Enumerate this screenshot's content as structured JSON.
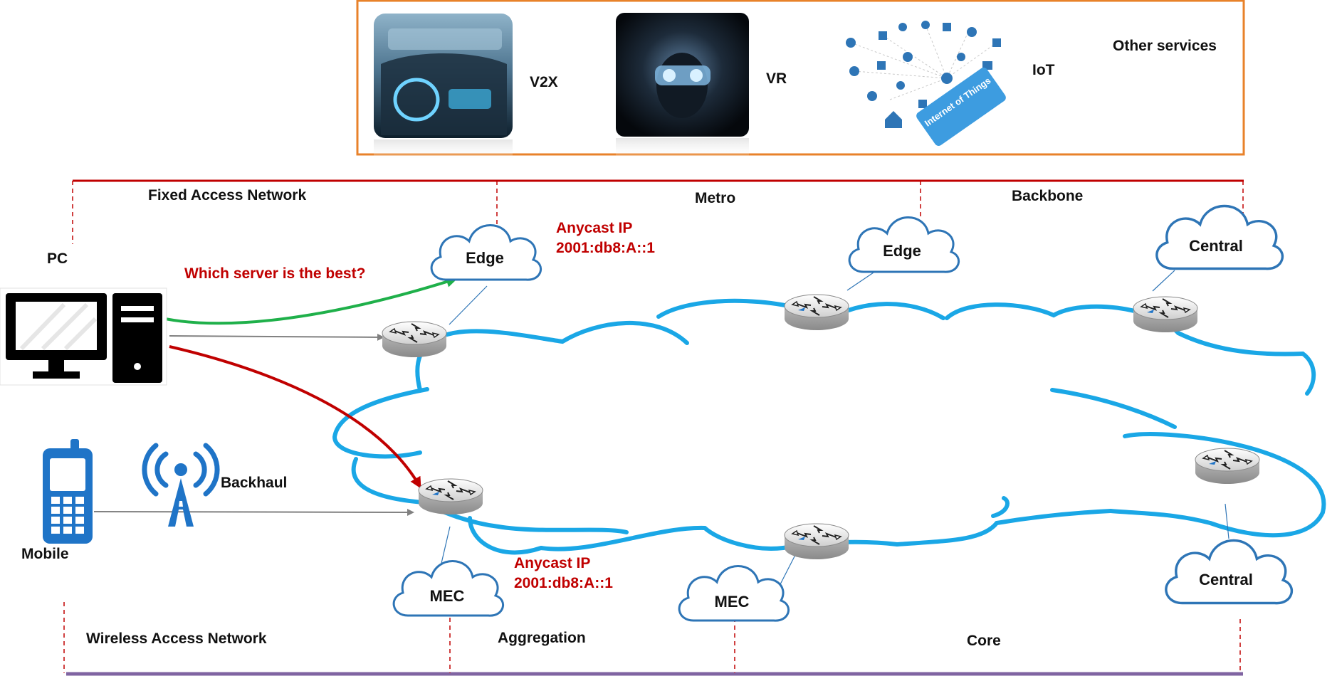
{
  "services": {
    "v2x": "V2X",
    "vr": "VR",
    "iot": "IoT",
    "other": "Other services",
    "iot_banner": "Internet of Things"
  },
  "regions": {
    "fixed_access": "Fixed Access Network",
    "metro": "Metro",
    "backbone": "Backbone",
    "wireless_access": "Wireless Access Network",
    "aggregation": "Aggregation",
    "core": "Core"
  },
  "devices": {
    "pc": "PC",
    "mobile": "Mobile",
    "backhaul": "Backhaul"
  },
  "question": "Which server is the best?",
  "anycast": {
    "top_title": "Anycast IP",
    "top_addr": "2001:db8:A::1",
    "bottom_title": "Anycast IP",
    "bottom_addr": "2001:db8:A::1"
  },
  "clouds": {
    "edge1": "Edge",
    "edge2": "Edge",
    "central1": "Central",
    "central2": "Central",
    "mec1": "MEC",
    "mec2": "MEC"
  },
  "colors": {
    "frame_orange": "#e8822a",
    "bracket_red": "#c00000",
    "bottom_purple": "#8064a2",
    "ring_blue": "#1aa7e6",
    "cloud_outline": "#2e75b6",
    "arrow_green": "#1fb04a",
    "arrow_red": "#c00000",
    "arrow_gray": "#808080",
    "device_blue": "#1f74c7"
  }
}
